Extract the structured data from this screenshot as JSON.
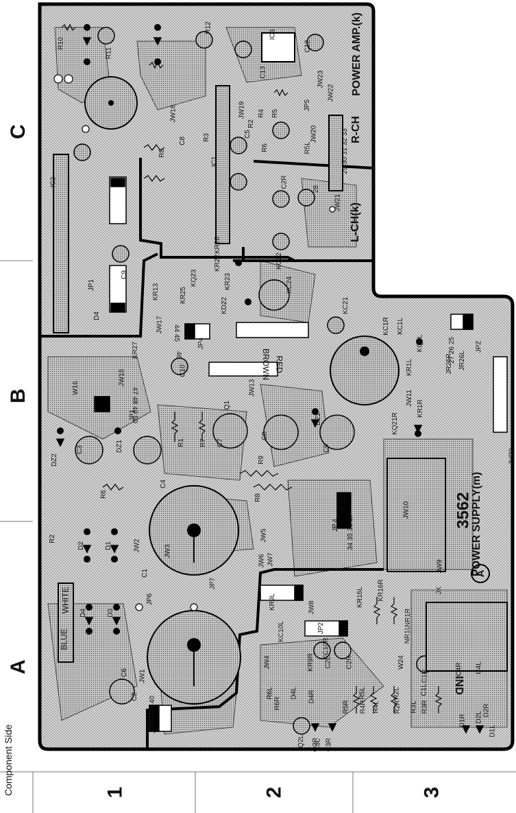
{
  "diagram": {
    "side_label": "Component  Side",
    "column_labels": [
      "A",
      "B",
      "C"
    ],
    "row_labels": [
      "1",
      "2",
      "3"
    ],
    "board_model": "3562",
    "power_supply_label": "POWER SUPPLY(m)",
    "power_amp_label": "POWER AMP.(k)",
    "rch_label": "R-CH",
    "lch_label": "L-CH(k)",
    "ind_label": "IND",
    "circle_marker": "A",
    "wire_labels": [
      "BLUE",
      "WHITE",
      "RED",
      "BROWN"
    ],
    "component_refs": [
      "C2",
      "C6",
      "JP3",
      "JW1",
      "D3",
      "D4",
      "JP6",
      "C1",
      "D1",
      "D2",
      "JW2",
      "R2",
      "R6",
      "C4",
      "R1",
      "R7",
      "C3",
      "DZ1",
      "DZ2",
      "JP1",
      "W16",
      "JW15",
      "KR27",
      "C10",
      "JP4",
      "JW17",
      "KR13",
      "KR25",
      "KQ23",
      "KD22",
      "KR23",
      "KR22",
      "KR26",
      "C9",
      "JP1",
      "D4",
      "IC2",
      "JW18",
      "R8",
      "C8",
      "R3",
      "IC1",
      "JW19",
      "R2",
      "R4",
      "R5",
      "C5",
      "R6",
      "C13",
      "JW23",
      "IC3",
      "C12",
      "R12",
      "R11",
      "R10",
      "JP5",
      "JW20",
      "R5L",
      "JW22",
      "JW21",
      "C2R",
      "KC22",
      "KC24",
      "KC21",
      "KC1R",
      "KC1L",
      "KQ1L",
      "KR1L",
      "JR26R",
      "JR26L",
      "JPZ",
      "KR1R",
      "KQ21R",
      "JVR2",
      "JW11",
      "DZ2",
      "C9",
      "C8",
      "C7",
      "JW13",
      "Q1",
      "R9",
      "R8",
      "JW10",
      "JW5",
      "JW6",
      "JW7",
      "JW3",
      "JP7",
      "JP.4",
      "JW9",
      "JK",
      "KR16L",
      "KR16R",
      "NR1R",
      "NR1L",
      "KR9L",
      "KC10L",
      "JW4",
      "JP2",
      "JW8",
      "KR9R",
      "KC10R",
      "Q2R",
      "Q2L",
      "C3R",
      "C3L",
      "R6L",
      "R6R",
      "D4L",
      "D4R",
      "C2L",
      "C2R",
      "R5R",
      "R4R",
      "R5L",
      "R4L",
      "R2R",
      "R2L",
      "R3L",
      "R3R",
      "D1R",
      "D2L",
      "D1L",
      "D2R",
      "C1R",
      "C1L",
      "W24",
      "C4R",
      "C4L"
    ],
    "pin_numbers_a": "43 42 41 40",
    "pin_numbers_b": "34 35 36 37",
    "pin_numbers_c": "38 39",
    "pin_numbers_d": "47 48 49 50",
    "pin_numbers_e": "44 45",
    "pin_numbers_f": "46",
    "pin_numbers_g": "27 26 25",
    "pin_numbers_h": "28",
    "pin_numbers_i": "29 30 31 32 33"
  }
}
